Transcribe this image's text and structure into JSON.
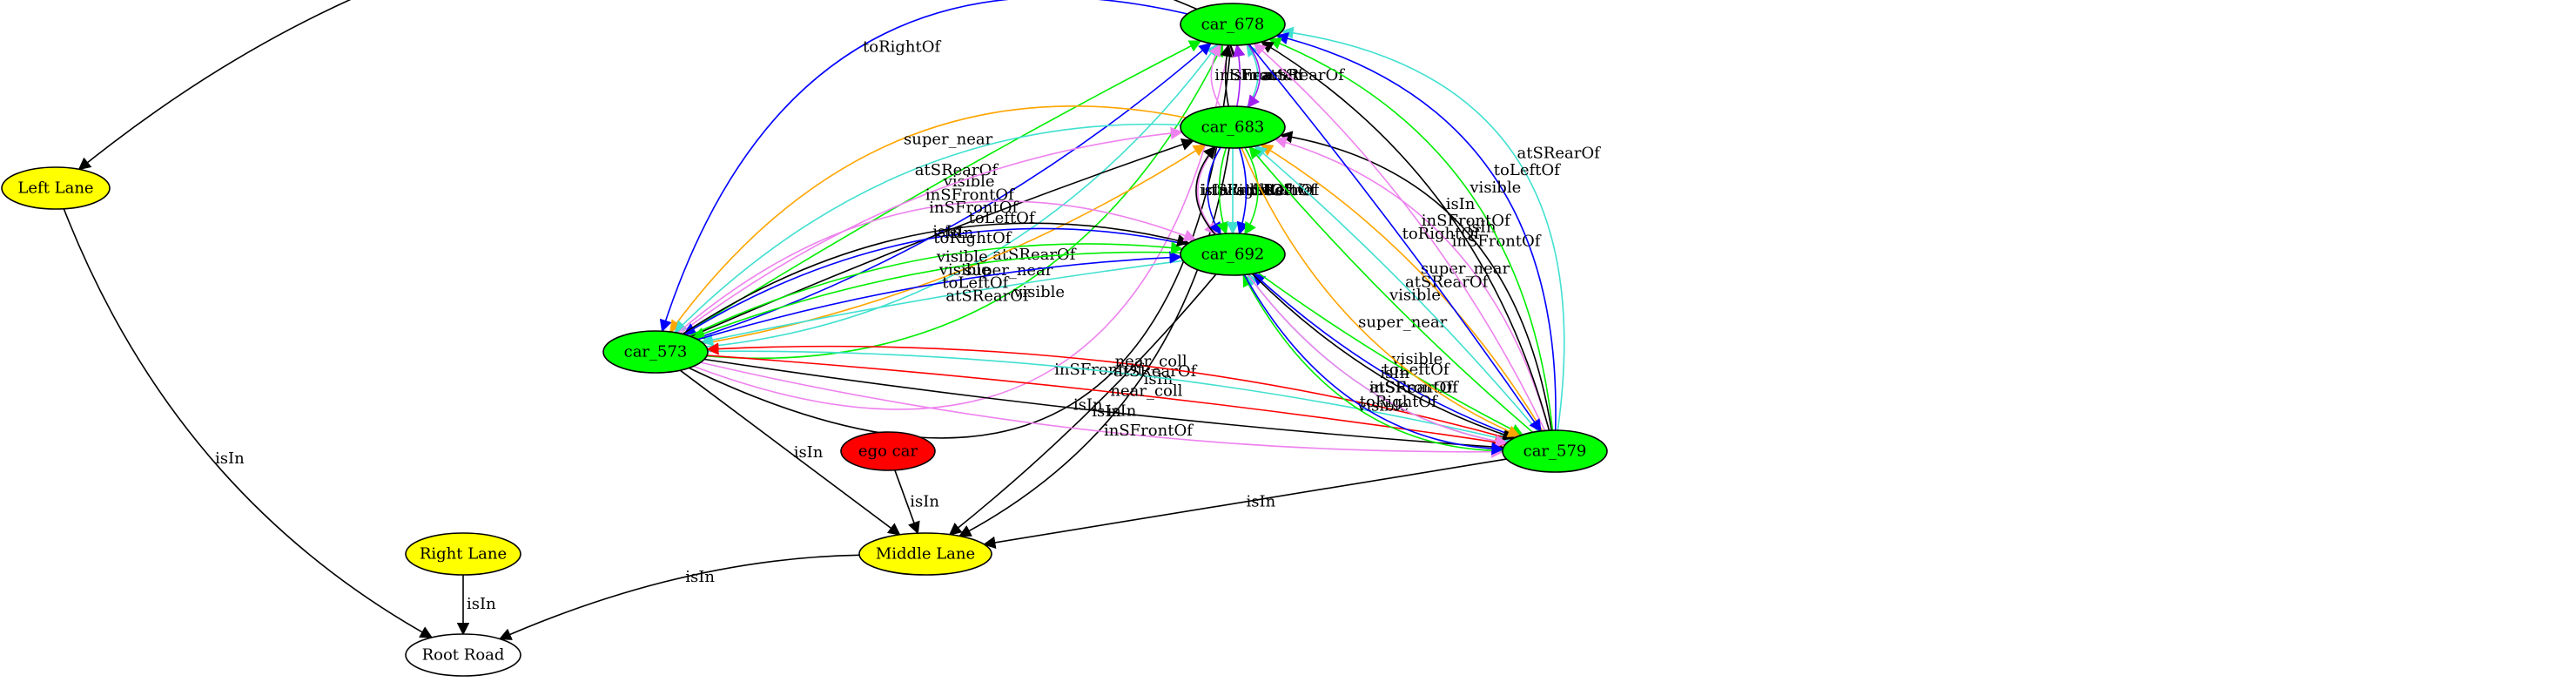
{
  "graph": {
    "nodes": [
      {
        "id": "car_678",
        "label": "car_678",
        "fill": "#00ff00"
      },
      {
        "id": "car_683",
        "label": "car_683",
        "fill": "#00ff00"
      },
      {
        "id": "car_692",
        "label": "car_692",
        "fill": "#00ff00"
      },
      {
        "id": "car_573",
        "label": "car_573",
        "fill": "#00ff00"
      },
      {
        "id": "car_579",
        "label": "car_579",
        "fill": "#00ff00"
      },
      {
        "id": "ego_car",
        "label": "ego car",
        "fill": "#ff0000"
      },
      {
        "id": "left_lane",
        "label": "Left Lane",
        "fill": "#ffff00"
      },
      {
        "id": "right_lane",
        "label": "Right Lane",
        "fill": "#ffff00"
      },
      {
        "id": "middle_lane",
        "label": "Middle Lane",
        "fill": "#ffff00"
      },
      {
        "id": "root_road",
        "label": "Root Road",
        "fill": "#ffffff"
      }
    ],
    "edges": [
      {
        "from": "car_678",
        "to": "left_lane",
        "label": "isIn",
        "color": "#000000"
      },
      {
        "from": "left_lane",
        "to": "root_road",
        "label": "isIn",
        "color": "#000000"
      },
      {
        "from": "right_lane",
        "to": "root_road",
        "label": "isIn",
        "color": "#000000"
      },
      {
        "from": "middle_lane",
        "to": "root_road",
        "label": "isIn",
        "color": "#000000"
      },
      {
        "from": "ego_car",
        "to": "middle_lane",
        "label": "isIn",
        "color": "#000000"
      },
      {
        "from": "car_573",
        "to": "middle_lane",
        "label": "isIn",
        "color": "#000000"
      },
      {
        "from": "car_579",
        "to": "middle_lane",
        "label": "isIn",
        "color": "#000000"
      },
      {
        "from": "car_692",
        "to": "middle_lane",
        "label": "isIn",
        "color": "#000000"
      },
      {
        "from": "car_683",
        "to": "middle_lane",
        "label": "isIn",
        "color": "#000000"
      },
      {
        "from": "car_573",
        "to": "car_678",
        "label": "isIn",
        "color": "#000000"
      },
      {
        "from": "car_573",
        "to": "car_678",
        "label": "inSFrontOf",
        "color": "#ee82ee"
      },
      {
        "from": "car_678",
        "to": "car_573",
        "label": "toRightOf",
        "color": "#0000ff"
      },
      {
        "from": "car_573",
        "to": "car_678",
        "label": "visible",
        "color": "#00ee00"
      },
      {
        "from": "car_573",
        "to": "car_678",
        "label": "atSRearOf",
        "color": "#40e0d0"
      },
      {
        "from": "car_573",
        "to": "car_678",
        "label": "toLeftOf",
        "color": "#0000ff"
      },
      {
        "from": "car_573",
        "to": "car_678",
        "label": "visible",
        "color": "#00ee00"
      },
      {
        "from": "car_683",
        "to": "car_678",
        "label": "atSRearOf",
        "color": "#40e0d0"
      },
      {
        "from": "car_683",
        "to": "car_678",
        "label": "near",
        "color": "#a020f0"
      },
      {
        "from": "car_683",
        "to": "car_678",
        "label": "isIn",
        "color": "#000000"
      },
      {
        "from": "car_683",
        "to": "car_678",
        "label": "inSFrontOf",
        "color": "#ee82ee"
      },
      {
        "from": "car_678",
        "to": "car_683",
        "label": "near",
        "color": "#a020f0"
      },
      {
        "from": "car_683",
        "to": "car_573",
        "label": "super_near",
        "color": "#ffa500"
      },
      {
        "from": "car_683",
        "to": "car_573",
        "label": "atSRearOf",
        "color": "#40e0d0"
      },
      {
        "from": "car_573",
        "to": "car_683",
        "label": "super_near",
        "color": "#ffa500"
      },
      {
        "from": "car_573",
        "to": "car_683",
        "label": "isIn",
        "color": "#000000"
      },
      {
        "from": "car_573",
        "to": "car_683",
        "label": "inSFrontOf",
        "color": "#ee82ee"
      },
      {
        "from": "car_683",
        "to": "car_692",
        "label": "inSFrontOf",
        "color": "#ee82ee"
      },
      {
        "from": "car_683",
        "to": "car_692",
        "label": "toRightOf",
        "color": "#0000ff"
      },
      {
        "from": "car_683",
        "to": "car_692",
        "label": "visible",
        "color": "#00ee00"
      },
      {
        "from": "car_683",
        "to": "car_692",
        "label": "atSRearOf",
        "color": "#40e0d0"
      },
      {
        "from": "car_683",
        "to": "car_692",
        "label": "toLeftOf",
        "color": "#0000ff"
      },
      {
        "from": "car_683",
        "to": "car_692",
        "label": "visible",
        "color": "#00ee00"
      },
      {
        "from": "car_692",
        "to": "car_683",
        "label": "isIn",
        "color": "#000000"
      },
      {
        "from": "car_692",
        "to": "car_573",
        "label": "toRightOf",
        "color": "#0000ff"
      },
      {
        "from": "car_692",
        "to": "car_573",
        "label": "visible",
        "color": "#00ee00"
      },
      {
        "from": "car_692",
        "to": "car_573",
        "label": "atSRearOf",
        "color": "#40e0d0"
      },
      {
        "from": "car_573",
        "to": "car_692",
        "label": "toLeftOf",
        "color": "#0000ff"
      },
      {
        "from": "car_573",
        "to": "car_692",
        "label": "visible",
        "color": "#00ee00"
      },
      {
        "from": "car_573",
        "to": "car_692",
        "label": "isIn",
        "color": "#000000"
      },
      {
        "from": "car_573",
        "to": "car_692",
        "label": "inSFrontOf",
        "color": "#ee82ee"
      },
      {
        "from": "car_573",
        "to": "car_579",
        "label": "inSFrontOf",
        "color": "#ee82ee"
      },
      {
        "from": "car_573",
        "to": "car_579",
        "label": "isIn",
        "color": "#000000"
      },
      {
        "from": "car_573",
        "to": "car_579",
        "label": "near_coll",
        "color": "#ff0000"
      },
      {
        "from": "car_573",
        "to": "car_579",
        "label": "atSRearOf",
        "color": "#40e0d0"
      },
      {
        "from": "car_579",
        "to": "car_573",
        "label": "near_coll",
        "color": "#ff0000"
      },
      {
        "from": "car_579",
        "to": "car_692",
        "label": "visible",
        "color": "#00ee00"
      },
      {
        "from": "car_579",
        "to": "car_692",
        "label": "atSRearOf",
        "color": "#40e0d0"
      },
      {
        "from": "car_579",
        "to": "car_692",
        "label": "toLeftOf",
        "color": "#0000ff"
      },
      {
        "from": "car_692",
        "to": "car_579",
        "label": "visible",
        "color": "#00ee00"
      },
      {
        "from": "car_692",
        "to": "car_579",
        "label": "isIn",
        "color": "#000000"
      },
      {
        "from": "car_692",
        "to": "car_579",
        "label": "inSFrontOf",
        "color": "#ee82ee"
      },
      {
        "from": "car_692",
        "to": "car_579",
        "label": "toRightOf",
        "color": "#0000ff"
      },
      {
        "from": "car_579",
        "to": "car_683",
        "label": "isIn",
        "color": "#000000"
      },
      {
        "from": "car_579",
        "to": "car_683",
        "label": "inSFrontOf",
        "color": "#ee82ee"
      },
      {
        "from": "car_683",
        "to": "car_579",
        "label": "super_near",
        "color": "#ffa500"
      },
      {
        "from": "car_579",
        "to": "car_683",
        "label": "super_near",
        "color": "#ffa500"
      },
      {
        "from": "car_579",
        "to": "car_683",
        "label": "atSRearOf",
        "color": "#40e0d0"
      },
      {
        "from": "car_579",
        "to": "car_683",
        "label": "visible",
        "color": "#00ee00"
      },
      {
        "from": "car_579",
        "to": "car_678",
        "label": "atSRearOf",
        "color": "#40e0d0"
      },
      {
        "from": "car_579",
        "to": "car_678",
        "label": "toLeftOf",
        "color": "#0000ff"
      },
      {
        "from": "car_579",
        "to": "car_678",
        "label": "visible",
        "color": "#00ee00"
      },
      {
        "from": "car_579",
        "to": "car_678",
        "label": "isIn",
        "color": "#000000"
      },
      {
        "from": "car_579",
        "to": "car_678",
        "label": "inSFrontOf",
        "color": "#ee82ee"
      },
      {
        "from": "car_678",
        "to": "car_579",
        "label": "toRightOf",
        "color": "#0000ff"
      }
    ]
  }
}
